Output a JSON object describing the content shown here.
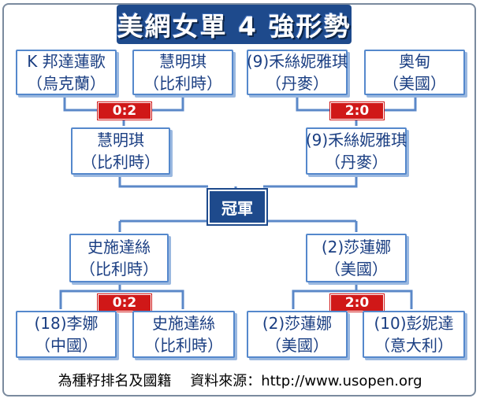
{
  "title": "美網女單 4 強形勢",
  "champion_label": "冠軍",
  "semifinals": [
    {
      "score": "0:2",
      "player1": {
        "name": "K 邦達蓮歌",
        "country": "（烏克蘭）"
      },
      "player2": {
        "name": "慧明琪",
        "country": "（比利時）"
      },
      "winner": {
        "name": "慧明琪",
        "country": "（比利時）"
      }
    },
    {
      "score": "2:0",
      "player1": {
        "name": "(9)禾絲妮雅琪",
        "country": "（丹麥）"
      },
      "player2": {
        "name": "奧甸",
        "country": "（美國）"
      },
      "winner": {
        "name": "(9)禾絲妮雅琪",
        "country": "（丹麥）"
      }
    },
    {
      "score": "0:2",
      "player1": {
        "name": "(18)李娜",
        "country": "（中國）"
      },
      "player2": {
        "name": "史施達絲",
        "country": "（比利時）"
      },
      "winner": {
        "name": "史施達絲",
        "country": "（比利時）"
      }
    },
    {
      "score": "2:0",
      "player1": {
        "name": "(2)莎蓮娜",
        "country": "（美國）"
      },
      "player2": {
        "name": "(10)彭妮達",
        "country": "（意大利）"
      },
      "winner": {
        "name": "(2)莎蓮娜",
        "country": "（美國）"
      }
    }
  ],
  "footer": "為種籽排名及國籍　 資料來源：http://www.usopen.org",
  "colors": {
    "banner": "#1e4a8c",
    "box_border": "#5588cc",
    "text": "#1a3e82",
    "score": "#d01818",
    "line": "#5b88c8"
  }
}
